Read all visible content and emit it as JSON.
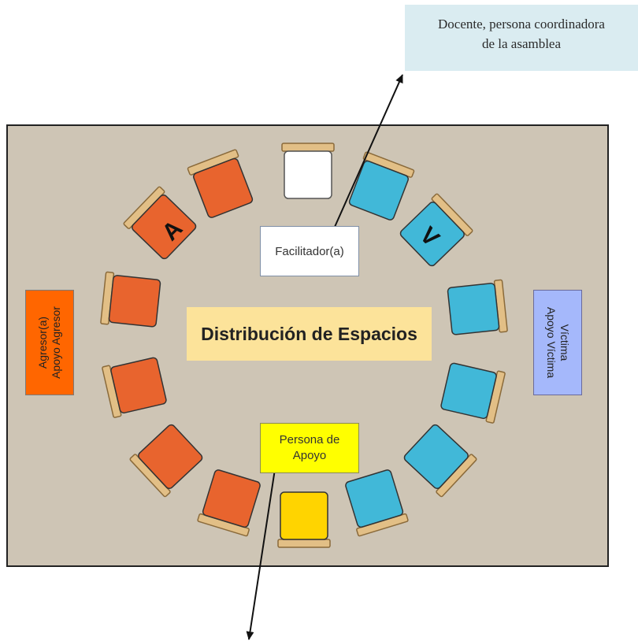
{
  "callout": {
    "line1": "Docente, persona coordinadora",
    "line2": "de la asamblea"
  },
  "diagram": {
    "title": "Distribución de Espacios",
    "facilitator": "Facilitador(a)",
    "support_line1": "Persona de",
    "support_line2": "Apoyo",
    "aggressor_line1": "Agresor(a)",
    "aggressor_line2": "Apoyo Agresor",
    "victim_line1": "Víctima",
    "victim_line2": "Apoyo Víctima",
    "chair_mark_aggressor": "A",
    "chair_mark_victim": "V"
  },
  "colors": {
    "room_floor": "#cec5b5",
    "aggressor_chair": "#e8642e",
    "victim_chair": "#41b8d8",
    "facilitator_chair": "#ffffff",
    "support_chair": "#ffd400",
    "chair_back": "#e2bf86"
  }
}
